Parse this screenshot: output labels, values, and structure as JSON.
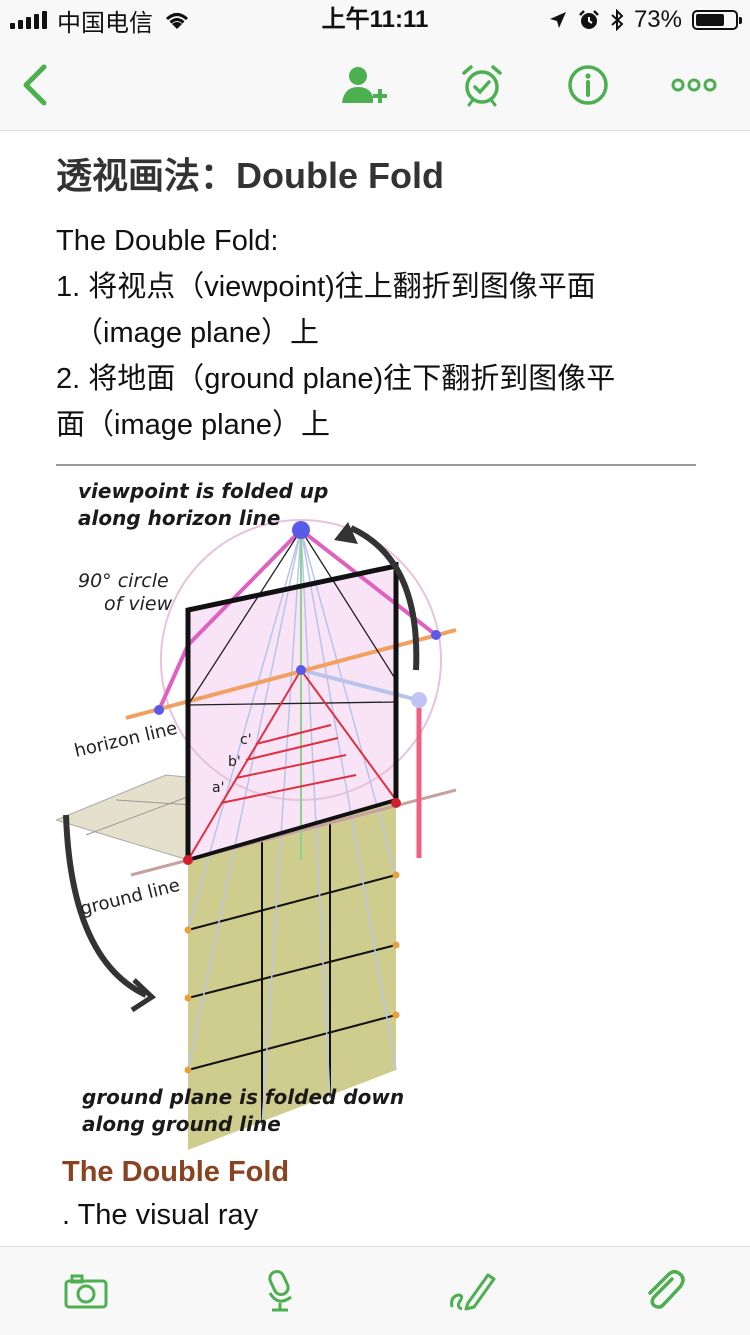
{
  "status_bar": {
    "carrier": "中国电信",
    "time": "上午11:11",
    "battery_percent": "73%",
    "battery_level": 0.73
  },
  "nav": {
    "icons": [
      "back-chevron-icon",
      "add-person-icon",
      "alarm-clock-icon",
      "info-icon",
      "more-icon"
    ]
  },
  "note": {
    "title": "透视画法：Double Fold",
    "lines": [
      "The Double Fold:",
      "1. 将视点（viewpoint)往上翻折到图像平面",
      "（image plane）上",
      "2. 将地面（ground plane)往下翻折到图像平",
      "面（image plane）上"
    ]
  },
  "figure": {
    "labels": {
      "top1": "viewpoint is folded up",
      "top2": "along horizon line",
      "circle1": "90° circle",
      "circle2": "of view",
      "horizon": "horizon line",
      "ground": "ground line",
      "bottom1": "ground plane is folded down",
      "bottom2": "along ground line",
      "c": "c'",
      "b": "b'",
      "a": "a'"
    }
  },
  "caption": {
    "title": "The Double Fold",
    "line": ". The visual ray"
  },
  "toolbar": {
    "icons": [
      "camera-icon",
      "microphone-icon",
      "handwriting-icon",
      "attachment-icon"
    ]
  },
  "colors": {
    "accent": "#4caf50",
    "caption": "#8a4320"
  }
}
